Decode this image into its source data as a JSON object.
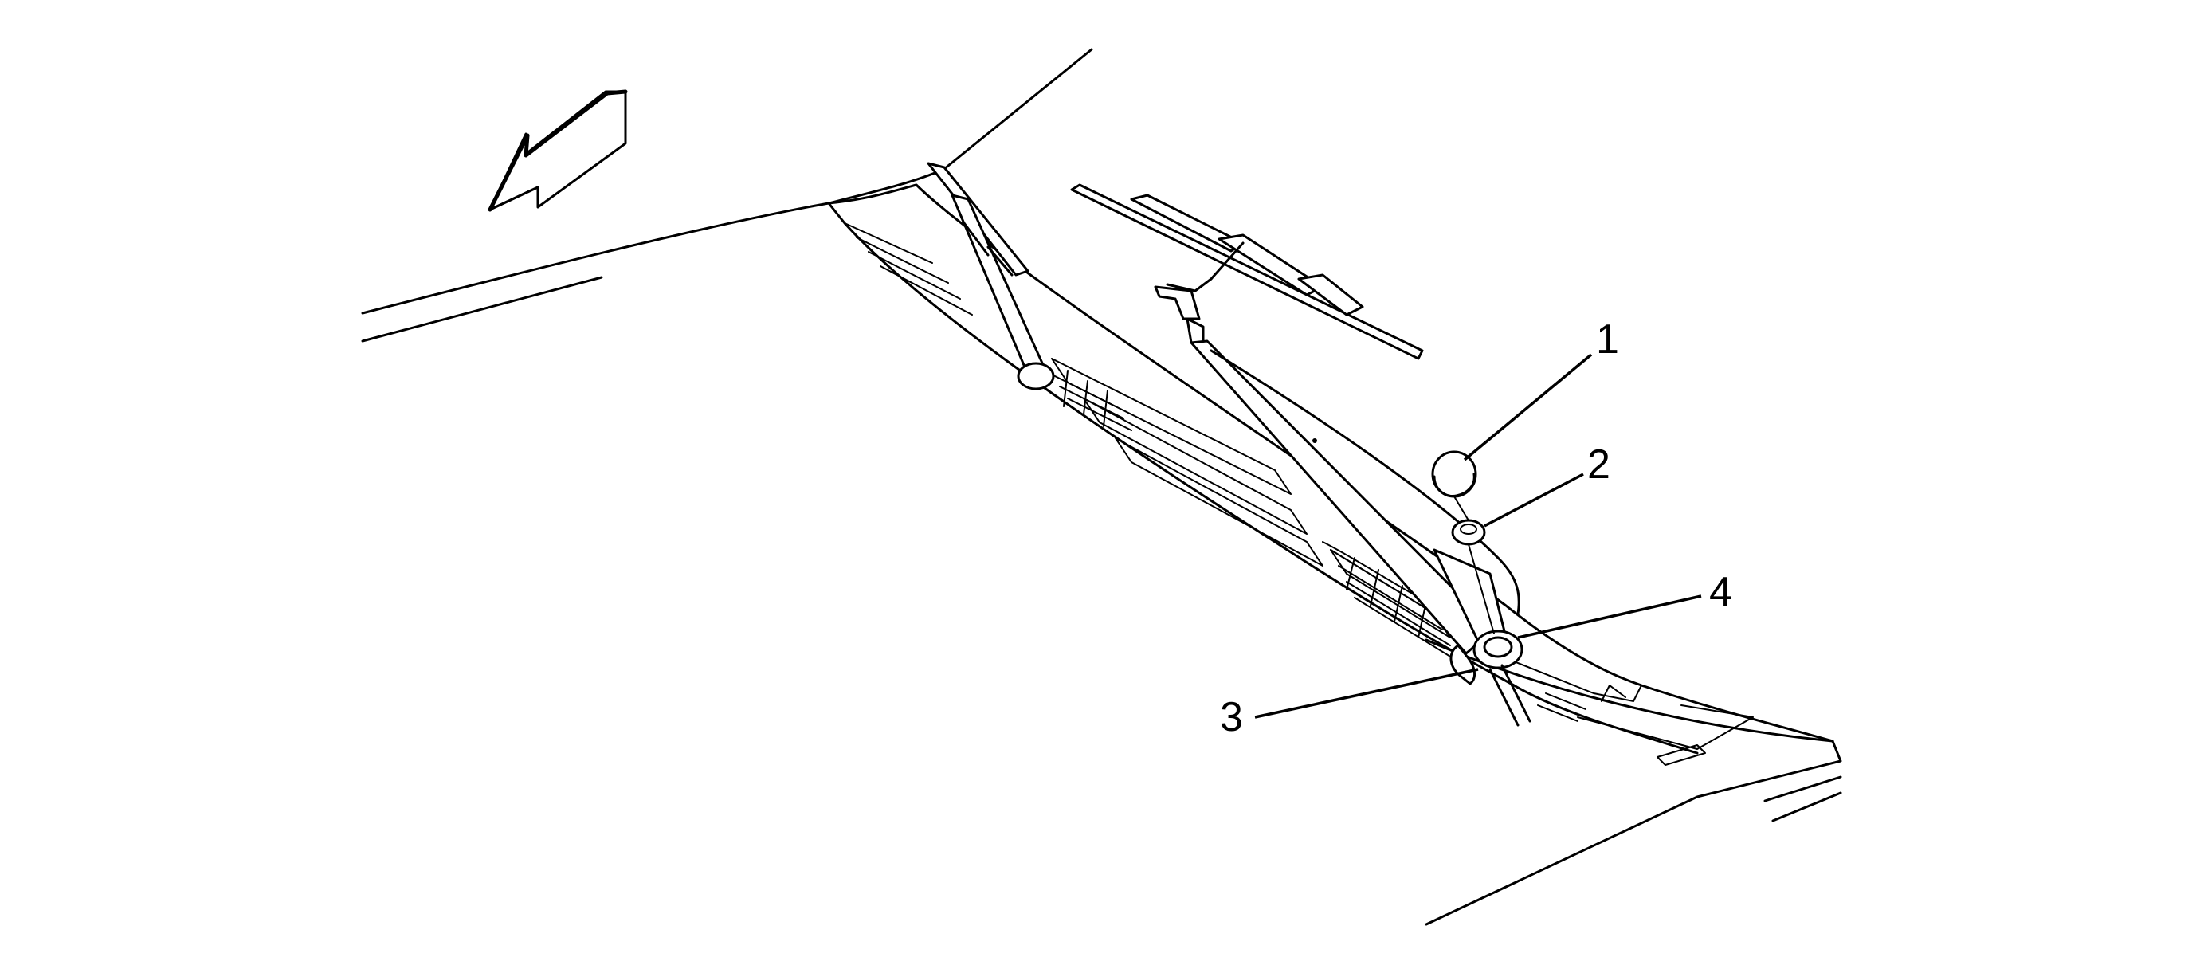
{
  "callouts": [
    {
      "id": "1",
      "label": "1"
    },
    {
      "id": "2",
      "label": "2"
    },
    {
      "id": "3",
      "label": "3"
    },
    {
      "id": "4",
      "label": "4"
    }
  ],
  "icons": {
    "direction_arrow": "front-direction-arrow-icon"
  },
  "colors": {
    "line": "#000000",
    "background": "#ffffff"
  }
}
